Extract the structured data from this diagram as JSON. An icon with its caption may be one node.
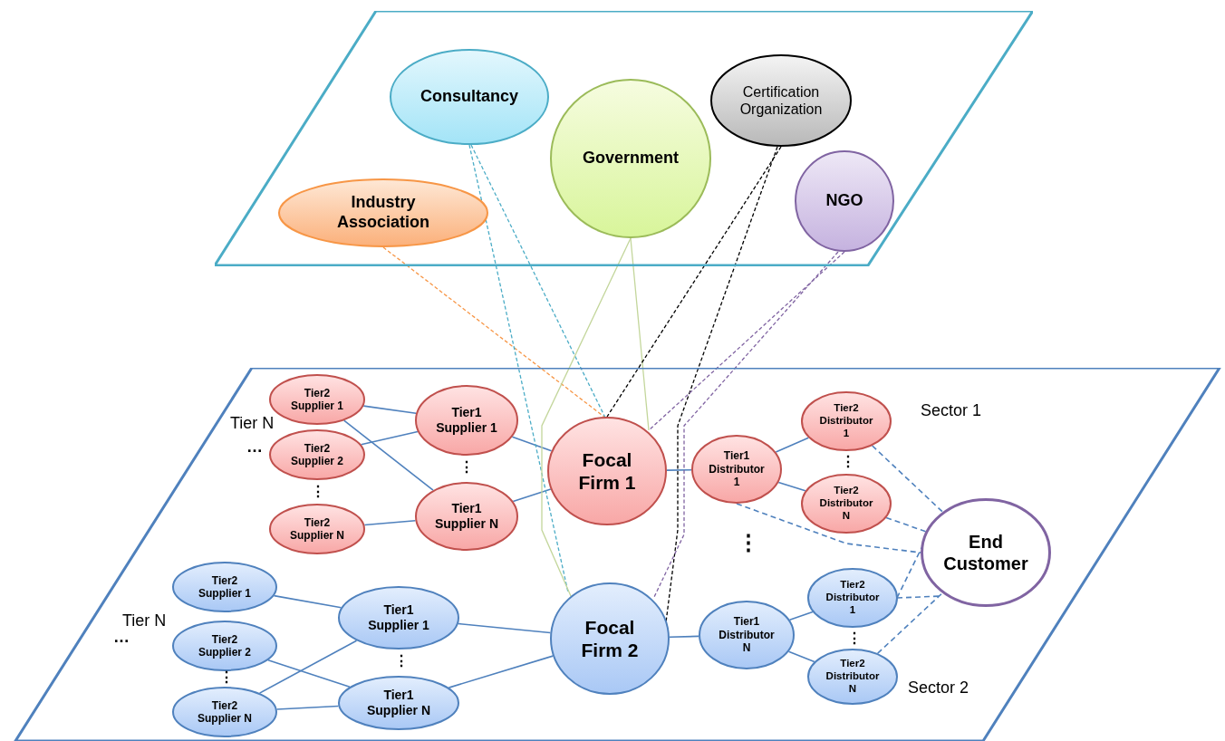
{
  "diagram": {
    "nodes": [
      {
        "text": [],
        "shape": "parallelogram"
      },
      {
        "text": [
          "Consultancy"
        ],
        "in": 0
      },
      {
        "text": [
          "Government"
        ],
        "in": 0
      },
      {
        "text": [
          "Certification Organization"
        ],
        "in": 0
      },
      {
        "text": [
          "Industry Association"
        ],
        "in": 0
      },
      {
        "text": [
          "NGO"
        ],
        "in": 0
      },
      {
        "text": [],
        "shape": "parallelogram"
      },
      {
        "text": [
          "Tier2 Supplier 1"
        ],
        "in": 6
      },
      {
        "text": [
          "Tier2 Supplier 2"
        ],
        "in": 6
      },
      {
        "text": [
          "Tier2 Supplier N"
        ],
        "in": 6
      },
      {
        "text": [
          "Tier1 Supplier 1"
        ],
        "in": 6
      },
      {
        "text": [
          "Tier1 Supplier N"
        ],
        "in": 6
      },
      {
        "text": [
          "Focal Firm 1"
        ],
        "in": 6
      },
      {
        "text": [
          "Tier1 Distributor 1"
        ],
        "in": 6
      },
      {
        "text": [
          "Tier2 Distributor 1"
        ],
        "in": 6
      },
      {
        "text": [
          "Tier2 Distributor N"
        ],
        "in": 6
      },
      {
        "text": [
          "End Customer"
        ],
        "in": 6
      },
      {
        "text": [
          "Tier2 Supplier 1"
        ],
        "in": 6
      },
      {
        "text": [
          "Tier2 Supplier 2"
        ],
        "in": 6
      },
      {
        "text": [
          "Tier2 Supplier N"
        ],
        "in": 6
      },
      {
        "text": [
          "Tier1 Supplier 1"
        ],
        "in": 6
      },
      {
        "text": [
          "Tier1 Supplier N"
        ],
        "in": 6
      },
      {
        "text": [
          "Focal Firm 2"
        ],
        "in": 6
      },
      {
        "text": [
          "Tier1 Distributor N"
        ],
        "in": 6
      },
      {
        "text": [
          "Tier2 Distributor 1"
        ],
        "in": 6
      },
      {
        "text": [
          "Tier2 Distributor N"
        ],
        "in": 6
      }
    ],
    "edges": [
      {
        "from": 7,
        "to": 10,
        "arrow": "none"
      },
      {
        "from": 7,
        "to": 11,
        "arrow": "none"
      },
      {
        "from": 8,
        "to": 10,
        "arrow": "none"
      },
      {
        "from": 9,
        "to": 11,
        "arrow": "none"
      },
      {
        "from": 10,
        "to": 12,
        "arrow": "none"
      },
      {
        "from": 11,
        "to": 12,
        "arrow": "none"
      },
      {
        "from": 12,
        "to": 13,
        "arrow": "none"
      },
      {
        "from": 13,
        "to": 14,
        "arrow": "none"
      },
      {
        "from": 13,
        "to": 15,
        "arrow": "none"
      },
      {
        "from": 14,
        "to": 16,
        "arrow": "none",
        "style": "dashed"
      },
      {
        "from": 15,
        "to": 16,
        "arrow": "none",
        "style": "dashed"
      },
      {
        "from": 13,
        "to": 16,
        "arrow": "none",
        "style": "dashed"
      },
      {
        "from": 17,
        "to": 20,
        "arrow": "none"
      },
      {
        "from": 18,
        "to": 21,
        "arrow": "none"
      },
      {
        "from": 19,
        "to": 20,
        "arrow": "none"
      },
      {
        "from": 19,
        "to": 21,
        "arrow": "none"
      },
      {
        "from": 20,
        "to": 22,
        "arrow": "none"
      },
      {
        "from": 21,
        "to": 22,
        "arrow": "none"
      },
      {
        "from": 22,
        "to": 23,
        "arrow": "none"
      },
      {
        "from": 23,
        "to": 24,
        "arrow": "none"
      },
      {
        "from": 23,
        "to": 25,
        "arrow": "none"
      },
      {
        "from": 24,
        "to": 16,
        "arrow": "none",
        "style": "dashed"
      },
      {
        "from": 24,
        "to": 16,
        "arrow": "none",
        "style": "dashed"
      },
      {
        "from": 25,
        "to": 16,
        "arrow": "none",
        "style": "dashed"
      },
      {
        "from": 4,
        "to": 12,
        "arrow": "none",
        "style": "dashed",
        "color": "#f79646"
      },
      {
        "from": 1,
        "to": 12,
        "arrow": "none",
        "style": "dashed",
        "color": "#4bacc6"
      },
      {
        "from": 1,
        "to": 22,
        "arrow": "none",
        "style": "dashed",
        "color": "#4bacc6"
      },
      {
        "from": 2,
        "to": 12,
        "arrow": "none",
        "color": "#c3d69b"
      },
      {
        "from": 2,
        "to": 22,
        "arrow": "none",
        "color": "#c3d69b"
      },
      {
        "from": 3,
        "to": 12,
        "arrow": "none",
        "style": "dashed",
        "color": "#000000"
      },
      {
        "from": 3,
        "to": 22,
        "arrow": "none",
        "style": "dashed",
        "color": "#000000"
      },
      {
        "from": 5,
        "to": 12,
        "arrow": "none",
        "style": "dashed",
        "color": "#8064a2"
      },
      {
        "from": 5,
        "to": 22,
        "arrow": "none",
        "style": "dashed",
        "color": "#8064a2"
      }
    ],
    "labels": [
      "Tier N",
      "…",
      "⋮",
      "⋮",
      "Sector 1",
      "⋮",
      "⋮",
      "Tier N",
      "…",
      "⋮",
      "⋮",
      "⋮",
      "Sector 2"
    ]
  }
}
